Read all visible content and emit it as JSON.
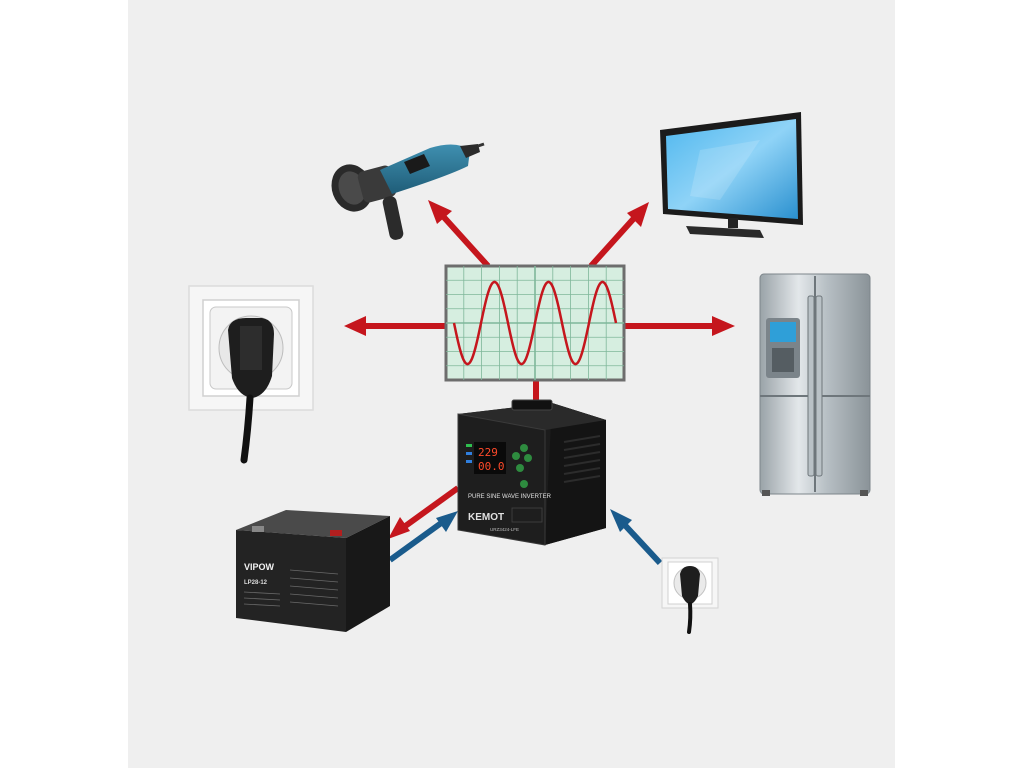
{
  "colors": {
    "background": "#efefef",
    "outer": "#ffffff",
    "output_arrow": "#c5161d",
    "input_arrow": "#1a5b8c",
    "scope_grid_bg": "#d6eee0",
    "scope_grid_line": "#7fb79a",
    "sine_wave": "#c5161d",
    "inverter_body": "#1c1c1c"
  },
  "scope": {
    "cycles": 3,
    "waveform": "sine"
  },
  "inverter": {
    "display_voltage": "229",
    "display_second": "00.0",
    "label": "PURE SINE WAVE INVERTER",
    "brand": "KEMOT",
    "model": "URZ3424-LFE"
  },
  "battery": {
    "brand": "VIPOW",
    "model": "LP28-12"
  },
  "devices": [
    "angle-grinder",
    "tv",
    "wall-socket-left",
    "refrigerator",
    "battery",
    "wall-socket-input"
  ]
}
